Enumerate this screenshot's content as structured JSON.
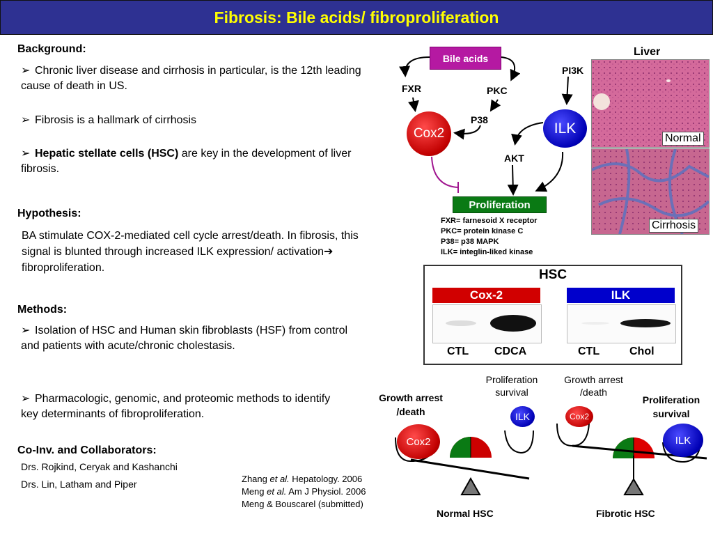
{
  "title": "Fibrosis: Bile acids/ fibroproliferation",
  "background": {
    "heading": "Background:",
    "b1": "Chronic liver disease and cirrhosis in particular, is the 12th leading cause of death in US.",
    "b2": "Fibrosis is a hallmark of cirrhosis",
    "b3_bold": "Hepatic stellate cells (HSC)",
    "b3_rest": " are key in the development of liver fibrosis."
  },
  "hypothesis": {
    "heading": "Hypothesis:",
    "text": "BA stimulate COX-2-mediated cell cycle arrest/death. In fibrosis, this signal is blunted through increased ILK expression/ activation",
    "arrow": "➔",
    "text_end": " fibroproliferation."
  },
  "methods": {
    "heading": "Methods:",
    "b1": "Isolation of HSC and Human skin fibroblasts (HSF) from control and patients with acute/chronic cholestasis.",
    "b2": "Pharmacologic, genomic, and proteomic methods to identify key determinants of fibroproliferation."
  },
  "collaborators": {
    "heading": "Co-Inv. and Collaborators:",
    "line1": "Drs. Rojkind, Ceryak and Kashanchi",
    "line2": "Drs. Lin, Latham and Piper"
  },
  "references": {
    "r1a": "Zhang ",
    "r1b": "et al.",
    "r1c": " Hepatology. 2006",
    "r2a": "Meng ",
    "r2b": "et al.",
    "r2c": " Am J Physiol. 2006",
    "r3": "Meng & Bouscarel (submitted)"
  },
  "pathway": {
    "bile_acids": "Bile acids",
    "fxr": "FXR",
    "pkc": "PKC",
    "p38": "P38",
    "pi3k": "PI3K",
    "cox2": "Cox2",
    "ilk": "ILK",
    "akt": "AKT",
    "proliferation": "Proliferation",
    "legend": [
      "FXR= farnesoid X receptor",
      "PKC= protein kinase C",
      "P38= p38 MAPK",
      "ILK= integlin-liked kinase"
    ]
  },
  "liver": {
    "title": "Liver",
    "normal": "Normal",
    "cirrhosis": "Cirrhosis"
  },
  "hsc": {
    "title": "HSC",
    "cox2_band": "Cox-2",
    "ilk_band": "ILK",
    "lane1": "CTL",
    "lane2": "CDCA",
    "lane3": "CTL",
    "lane4": "Chol"
  },
  "scales": {
    "left": {
      "growth_arrest": "Growth arrest\n/death",
      "prolif_note": "Proliferation\nsurvival",
      "cox2": "Cox2",
      "ilk": "ILK",
      "label": "Normal HSC"
    },
    "right": {
      "growth_note": "Growth arrest\n/death",
      "prolif": "Proliferation\nsurvival",
      "cox2": "Cox2",
      "ilk": "ILK",
      "label": "Fibrotic HSC"
    }
  },
  "colors": {
    "title_bg": "#2e3192",
    "title_text": "#ffff00",
    "bile_acids": "#b519a2",
    "proliferation": "#0a7a14",
    "cox2": "#c10000",
    "ilk": "#0000b5"
  }
}
